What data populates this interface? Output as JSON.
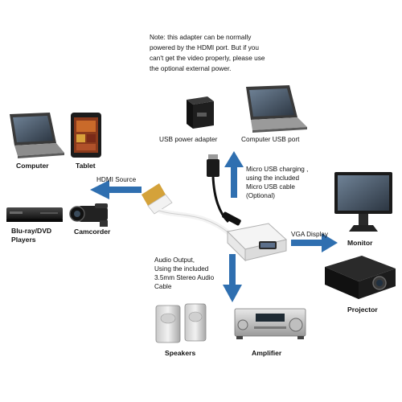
{
  "note": {
    "line1": "Note: this adapter can be normally",
    "line2": "powered by the HDMI port. But if you",
    "line3": "can't get the video properly, please use",
    "line4": "the optional external power."
  },
  "devices": {
    "computer": "Computer",
    "tablet": "Tablet",
    "bluray_line1": "Blu-ray/DVD",
    "bluray_line2": "Players",
    "camcorder": "Camcorder",
    "usb_power_adapter": "USB power adapter",
    "computer_usb_port": "Computer USB port",
    "monitor": "Monitor",
    "projector": "Projector",
    "speakers": "Speakers",
    "amplifier": "Amplifier"
  },
  "captions": {
    "hdmi_source": "HDMI Source",
    "micro_usb_line1": "Micro USB charging ,",
    "micro_usb_line2": "using the included",
    "micro_usb_line3": "Micro USB cable",
    "micro_usb_line4": "(Optional)",
    "vga_display": "VGA Display",
    "audio_line1": "Audio Output,",
    "audio_line2": "Using the included",
    "audio_line3": "3.5mm Stereo Audio",
    "audio_line4": "Cable"
  },
  "colors": {
    "arrow": "#2f6fb0",
    "background": "#ffffff"
  }
}
